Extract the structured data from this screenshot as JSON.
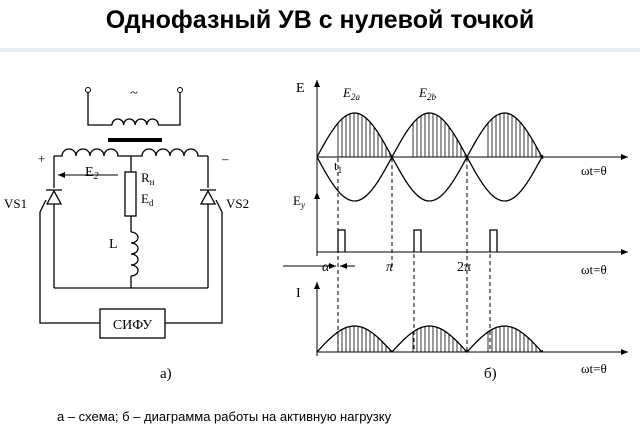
{
  "title": "Однофазный УВ с нулевой точкой",
  "caption": "а – схема; б – диаграмма работы на активную нагрузку",
  "circuit": {
    "ac_symbol": "~",
    "plus": "+",
    "minus": "–",
    "e2_label": "E",
    "e2_sub": "2",
    "rh_label": "R",
    "rh_sub": "н",
    "ed_label": "E",
    "ed_sub": "d",
    "l_label": "L",
    "vs1": "VS1",
    "vs2": "VS2",
    "sifu": "СИФУ",
    "sublabel": "а)"
  },
  "diagram": {
    "sublabel": "б)",
    "e_axis": "E",
    "e2a_label": "E",
    "e2a_sub": "2a",
    "e2b_label": "E",
    "e2b_sub": "2b",
    "t1_label": "t",
    "t1_sub": "1",
    "ey_label": "E",
    "ey_sub": "y",
    "alpha": "α",
    "pi": "π",
    "two_pi": "2π",
    "i_axis": "I",
    "wt1": "ωt=θ",
    "wt2": "ωt=θ",
    "wt3": "ωt=θ"
  }
}
